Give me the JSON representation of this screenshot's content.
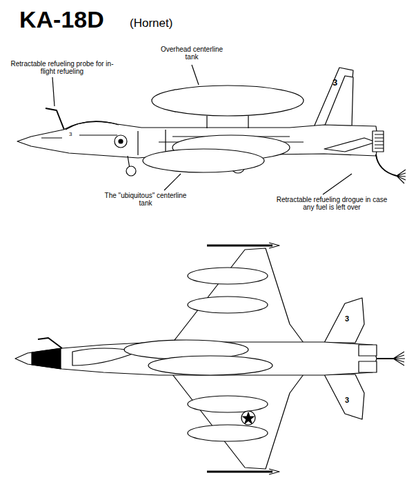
{
  "diagram": {
    "title": "KA-18D",
    "labels": [
      "(Hornet)",
      "Overhead centerline tank",
      "Retractable refueling probe for in-flight refueling",
      "The \"ubiquitous\" centerline tank",
      "Retractable refueling drogue in case any fuel is left over",
      "3",
      "3",
      "3",
      "3"
    ]
  }
}
